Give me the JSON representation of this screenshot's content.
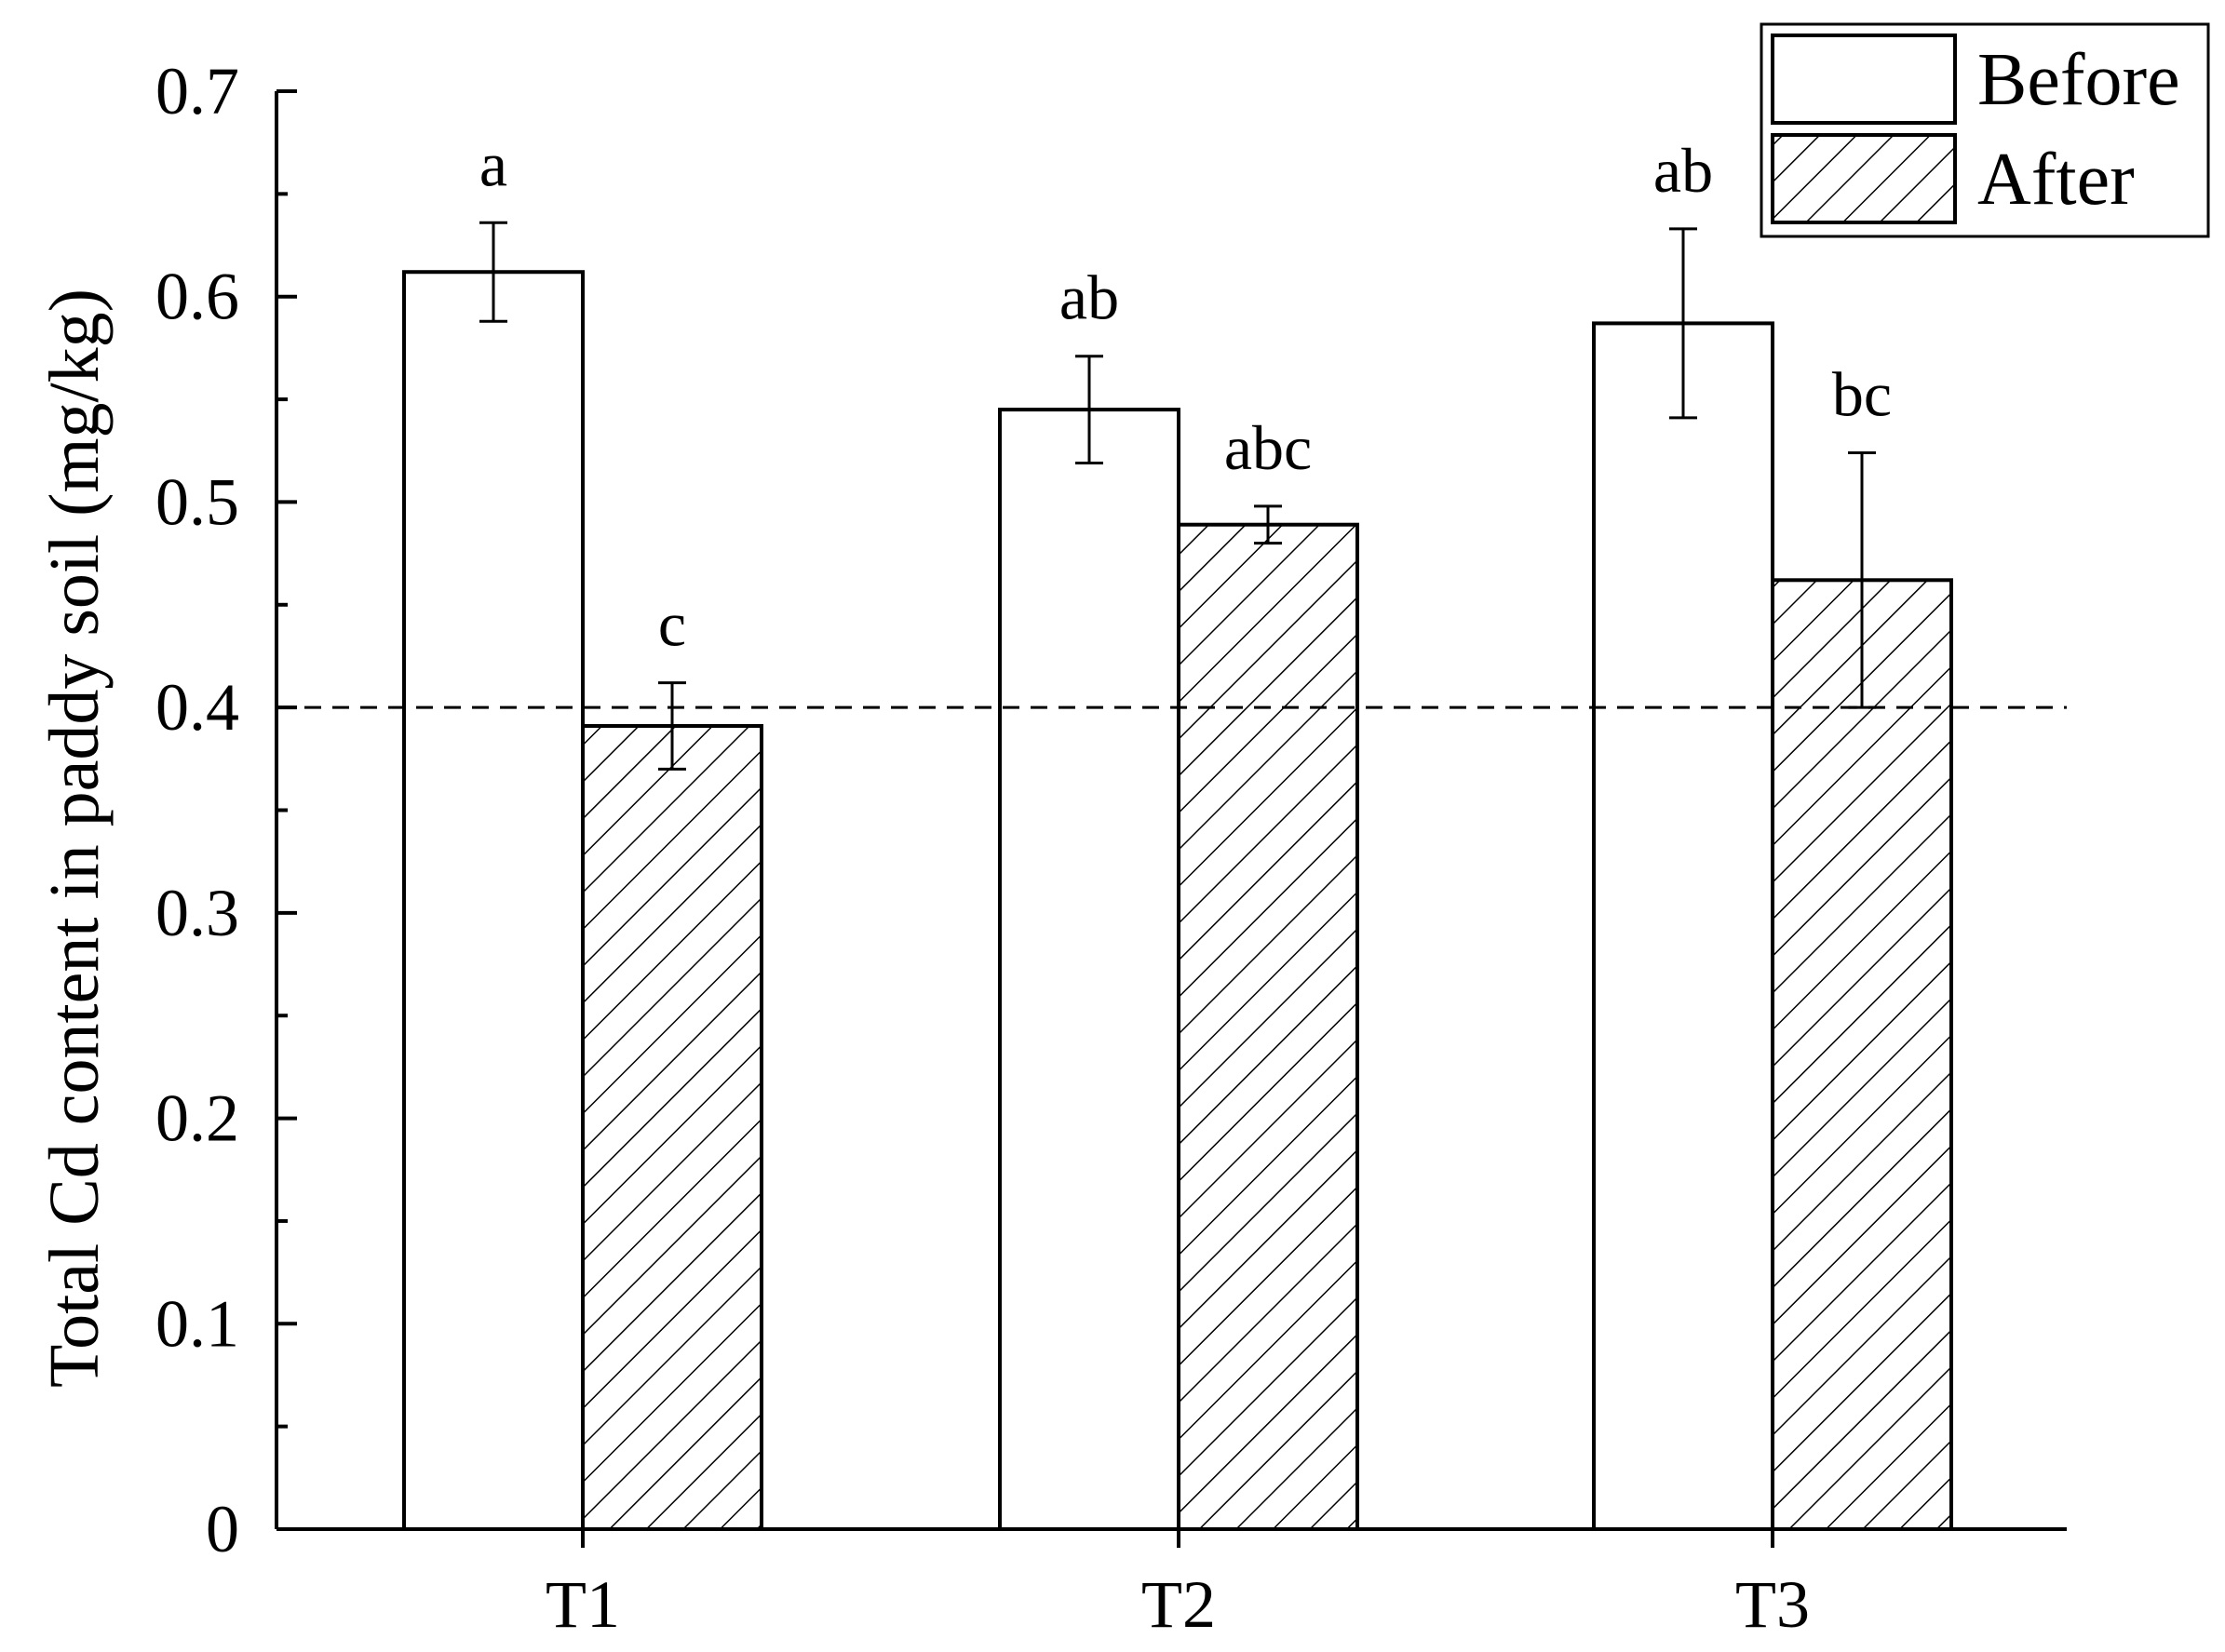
{
  "chart_data": {
    "type": "bar",
    "categories": [
      "T1",
      "T2",
      "T3"
    ],
    "series": [
      {
        "name": "Before",
        "values": [
          0.612,
          0.545,
          0.587
        ],
        "errors": [
          0.024,
          0.026,
          0.046
        ],
        "labels": [
          "a",
          "ab",
          "ab"
        ],
        "pattern": "solid-white"
      },
      {
        "name": "After",
        "values": [
          0.391,
          0.489,
          0.462
        ],
        "errors": [
          0.021,
          0.009,
          0.062
        ],
        "labels": [
          "c",
          "abc",
          "bc"
        ],
        "pattern": "diagonal-hatch"
      }
    ],
    "xlabel": "",
    "ylabel": "Total Cd content in paddy soil (mg/kg)",
    "ylim": [
      0,
      0.7
    ],
    "yticks": [
      0,
      0.1,
      0.2,
      0.3,
      0.4,
      0.5,
      0.6,
      0.7
    ],
    "ytick_labels": [
      "0",
      "0.1",
      "0.2",
      "0.3",
      "0.4",
      "0.5",
      "0.6",
      "0.7"
    ],
    "reference_line": {
      "y": 0.4,
      "style": "dashed"
    },
    "grid": false,
    "legend": {
      "position": "top-right"
    },
    "colors": {
      "stroke": "#000000",
      "fill": "#ffffff"
    }
  }
}
